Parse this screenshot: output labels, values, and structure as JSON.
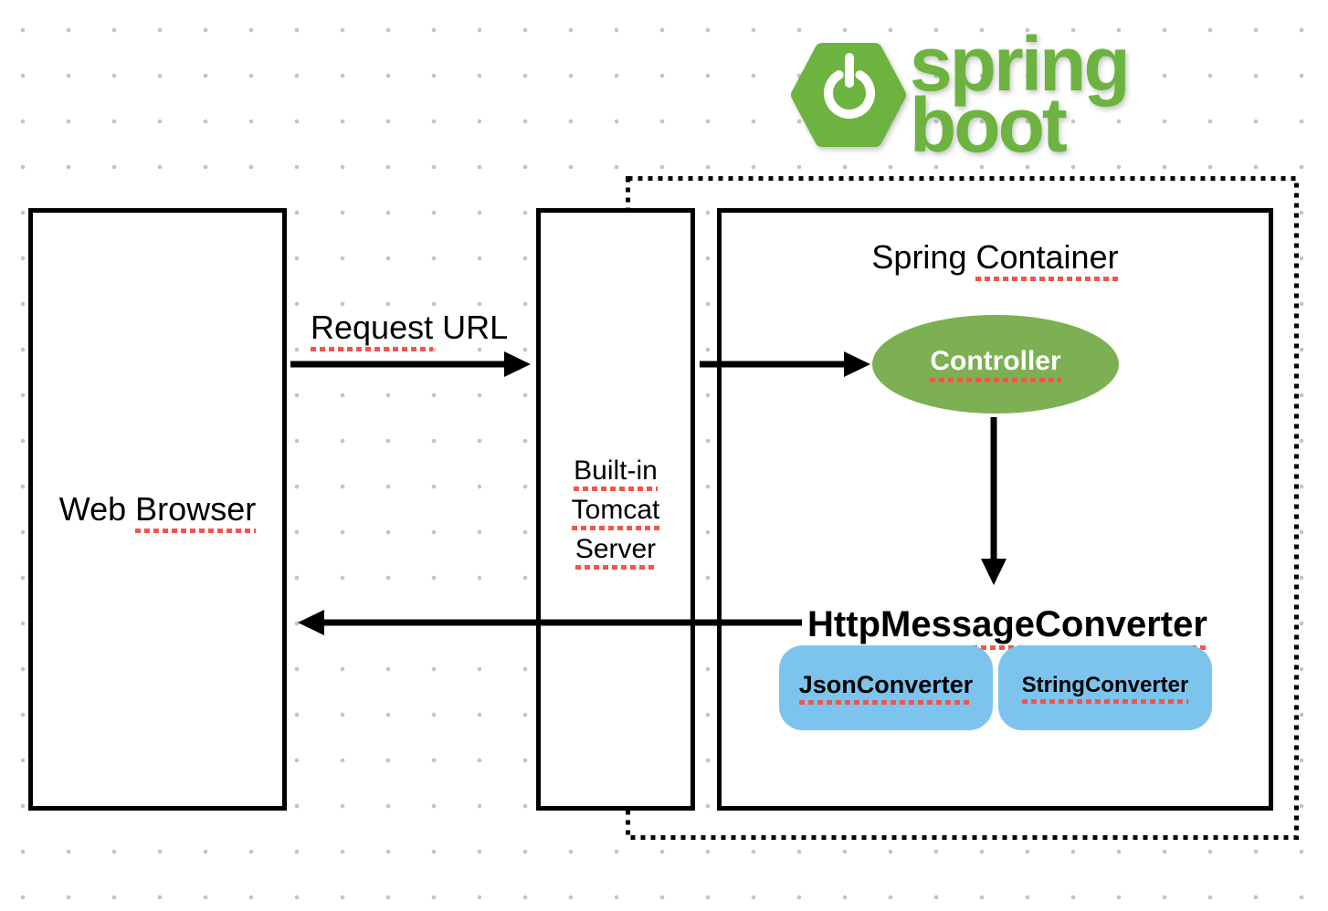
{
  "logo": {
    "word_top": "spring",
    "word_bottom": "boot",
    "brand_green": "#6DB33F"
  },
  "boundary": {
    "name": "Spring Boot application boundary",
    "style": "dotted"
  },
  "nodes": {
    "web_browser": {
      "plain": "Web",
      "marked": "Browser"
    },
    "tomcat": {
      "lines": [
        "Built-in",
        "Tomcat",
        "Server"
      ]
    },
    "spring_container": {
      "plain": "Spring",
      "marked": "Container"
    },
    "controller": {
      "label": "Controller",
      "fill": "#7CB052"
    },
    "http_message_converter": {
      "label": "HttpMessageConverter"
    },
    "json_converter": {
      "label": "JsonConverter",
      "fill": "#7CC4ED"
    },
    "string_converter": {
      "label": "StringConverter",
      "fill": "#7CC4ED"
    }
  },
  "edges": {
    "request": {
      "label_marked": "Request",
      "label_plain": "URL"
    },
    "tomcat_to_controller": {
      "label": ""
    },
    "controller_to_converter": {
      "label": ""
    },
    "response_to_browser": {
      "label": ""
    }
  },
  "colors": {
    "underline_red": "#F4554A",
    "line_black": "#000000",
    "dot_grid_gray": "#C4C4C4",
    "converter_blue": "#7CC4ED",
    "ellipse_green": "#7CB052"
  }
}
